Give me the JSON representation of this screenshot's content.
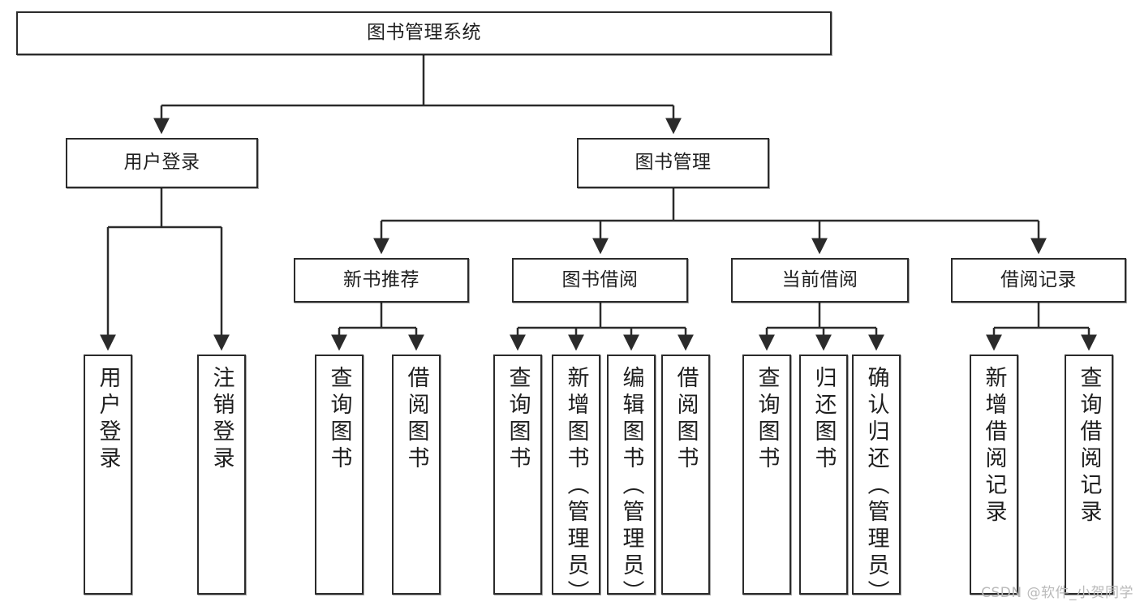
{
  "diagram": {
    "title": "图书管理系统",
    "type": "tree",
    "watermark": "CSDN @软件_小贺同学",
    "stroke_color": "#2b2b2b",
    "fill_color": "#ffffff",
    "text_color": "#1f1f1f"
  },
  "nodes": {
    "root": {
      "label": "图书管理系统"
    },
    "level2": [
      {
        "label": "用户登录"
      },
      {
        "label": "图书管理"
      }
    ],
    "level3": [
      {
        "label": "新书推荐"
      },
      {
        "label": "图书借阅"
      },
      {
        "label": "当前借阅"
      },
      {
        "label": "借阅记录"
      }
    ],
    "leaves": [
      {
        "label": "用户登录",
        "parent": "用户登录"
      },
      {
        "label": "注销登录",
        "parent": "用户登录"
      },
      {
        "label": "查询图书",
        "parent": "新书推荐"
      },
      {
        "label": "借阅图书",
        "parent": "新书推荐"
      },
      {
        "label": "查询图书",
        "parent": "图书借阅"
      },
      {
        "label": "新增图书（管理员）",
        "parent": "图书借阅"
      },
      {
        "label": "编辑图书（管理员）",
        "parent": "图书借阅"
      },
      {
        "label": "借阅图书",
        "parent": "图书借阅"
      },
      {
        "label": "查询图书",
        "parent": "当前借阅"
      },
      {
        "label": "归还图书",
        "parent": "当前借阅"
      },
      {
        "label": "确认归还（管理员）",
        "parent": "当前借阅"
      },
      {
        "label": "新增借阅记录",
        "parent": "借阅记录"
      },
      {
        "label": "查询借阅记录",
        "parent": "借阅记录"
      }
    ]
  }
}
